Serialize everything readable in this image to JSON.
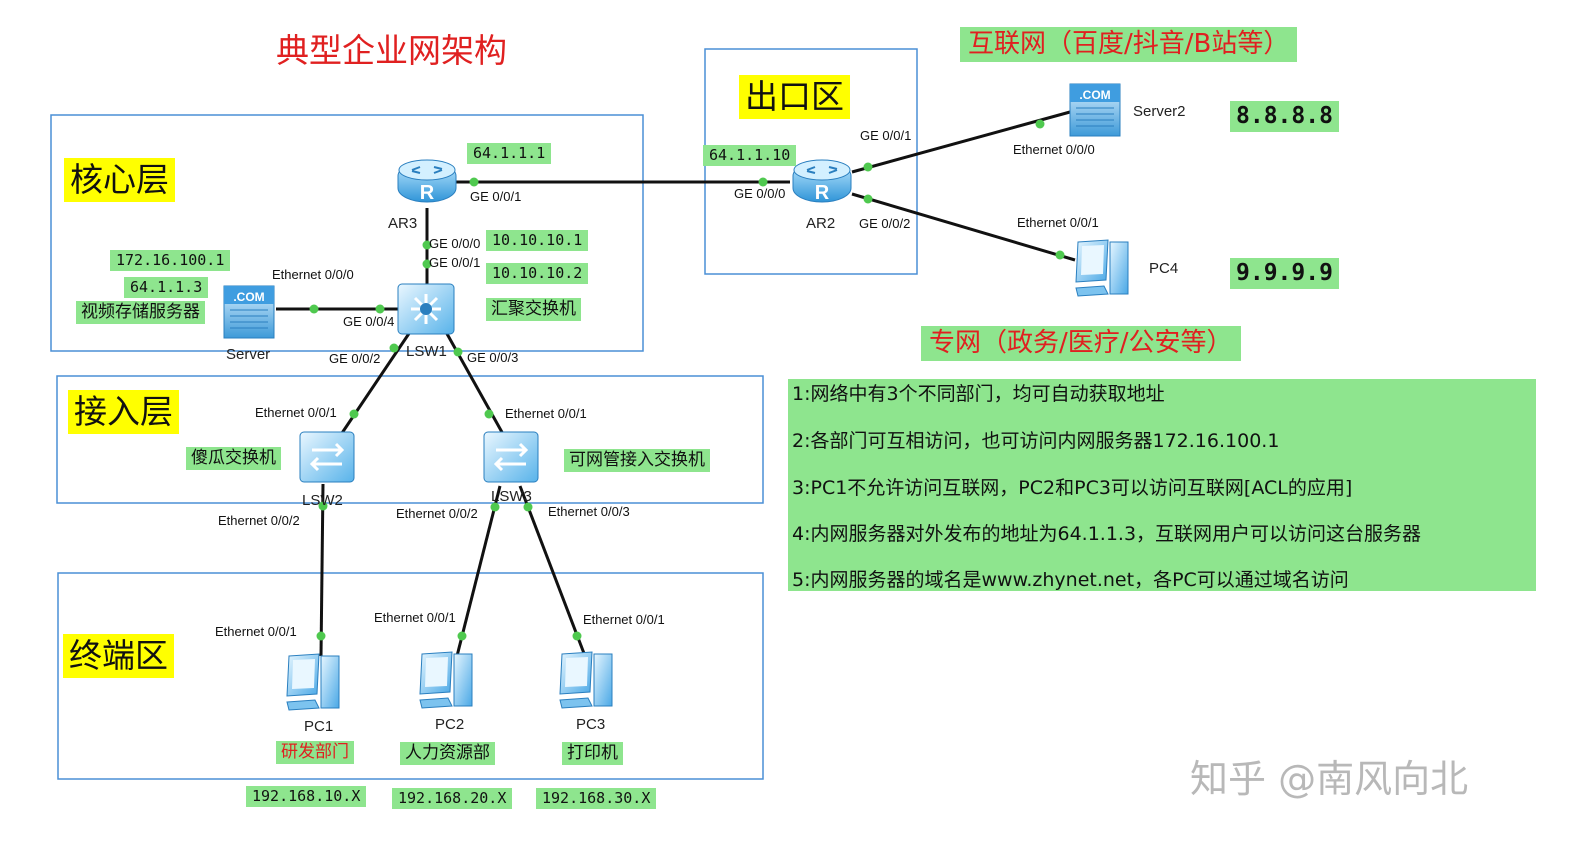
{
  "title": "典型企业网架构",
  "layers": {
    "core": "核心层",
    "access": "接入层",
    "terminal": "终端区",
    "egress": "出口区"
  },
  "zones": {
    "internet": "互联网（百度/抖音/B站等）",
    "private": "专网（政务/医疗/公安等）"
  },
  "devices": {
    "ar3": "AR3",
    "ar2": "AR2",
    "lsw1": "LSW1",
    "lsw2": "LSW2",
    "lsw3": "LSW3",
    "server": "Server",
    "server2": "Server2",
    "pc1": "PC1",
    "pc2": "PC2",
    "pc3": "PC3",
    "pc4": "PC4",
    "com_icon_text": ".COM"
  },
  "ports": {
    "ar3_ge001": "GE 0/0/1",
    "ar3_ge000": "GE 0/0/0",
    "lsw1_ge001": "GE 0/0/1",
    "lsw1_ge004": "GE 0/0/4",
    "lsw1_ge002": "GE 0/0/2",
    "lsw1_ge003": "GE 0/0/3",
    "server_eth000": "Ethernet 0/0/0",
    "ar2_ge000": "GE 0/0/0",
    "ar2_ge001": "GE 0/0/1",
    "ar2_ge002": "GE 0/0/2",
    "server2_eth000": "Ethernet 0/0/0",
    "pc4_eth001": "Ethernet 0/0/1",
    "lsw2_eth001": "Ethernet 0/0/1",
    "lsw2_eth002": "Ethernet 0/0/2",
    "lsw3_eth001": "Ethernet 0/0/1",
    "lsw3_eth002": "Ethernet 0/0/2",
    "lsw3_eth003": "Ethernet 0/0/3",
    "pc1_eth001": "Ethernet 0/0/1",
    "pc2_eth001": "Ethernet 0/0/1",
    "pc3_eth001": "Ethernet 0/0/1"
  },
  "labels": {
    "ip_ar3": "64.1.1.1",
    "ip_ar2": "64.1.1.10",
    "ip_ar3_down": "10.10.10.1",
    "ip_lsw1_up": "10.10.10.2",
    "agg_switch": "汇聚交换机",
    "server_ip": "172.16.100.1",
    "server_public_ip": "64.1.1.3",
    "server_name": "视频存储服务器",
    "dumb_switch": "傻瓜交换机",
    "managed_switch": "可网管接入交换机",
    "dept_rd": "研发部门",
    "dept_hr": "人力资源部",
    "dept_print": "打印机",
    "net_10": "192.168.10.X",
    "net_20": "192.168.20.X",
    "net_30": "192.168.30.X",
    "server2_ip": "8.8.8.8",
    "pc4_ip": "9.9.9.9"
  },
  "requirements": [
    "1:网络中有3个不同部门，均可自动获取地址",
    "2:各部门可互相访问，也可访问内网服务器172.16.100.1",
    "3:PC1不允许访问互联网，PC2和PC3可以访问互联网[ACL的应用]",
    "4:内网服务器对外发布的地址为64.1.1.3，互联网用户可以访问这台服务器",
    "5:内网服务器的域名是www.zhynet.net，各PC可以通过域名访问"
  ],
  "watermark": "知乎 @南风向北",
  "colors": {
    "tag_green": "#8ee58e",
    "layer_yellow": "#ffff00",
    "title_red": "#e02020",
    "box_blue": "#4a8fd6",
    "device_blue": "#5ab4ea"
  }
}
